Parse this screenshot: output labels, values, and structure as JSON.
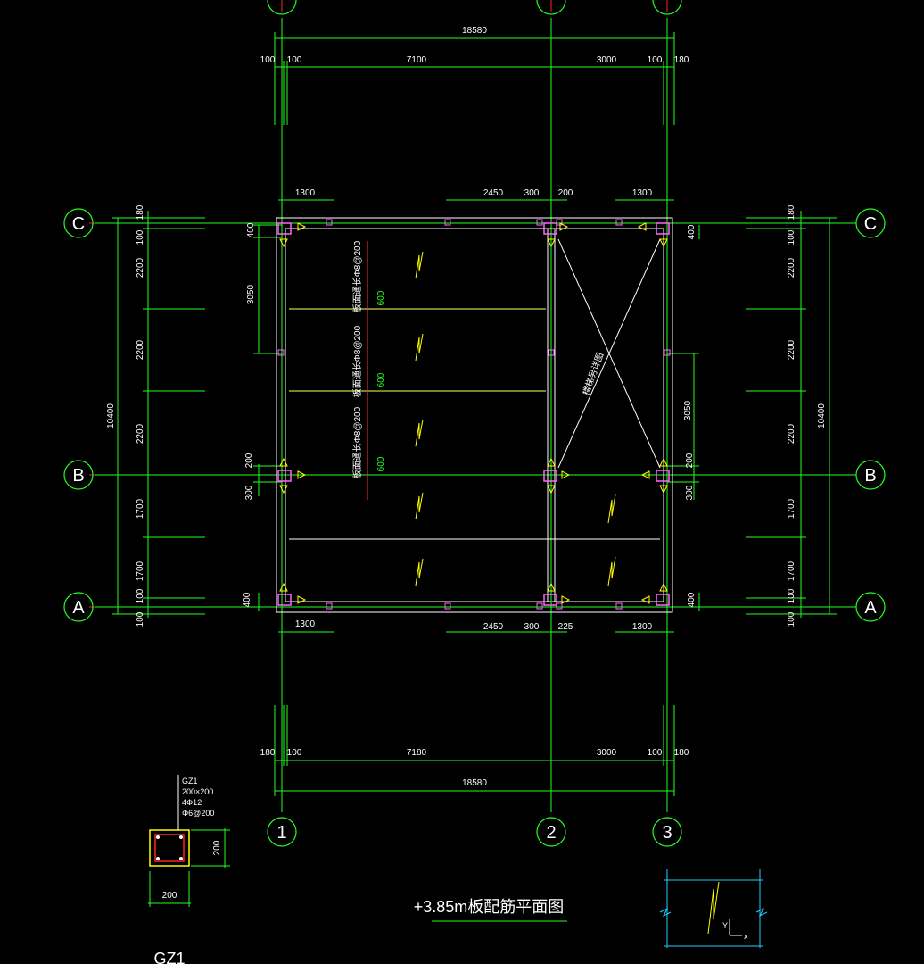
{
  "drawing": {
    "title": "+3.85m板配筋平面图",
    "grids": {
      "columns": [
        "1",
        "2",
        "3"
      ],
      "rows": [
        "C",
        "B",
        "A"
      ]
    },
    "top_dims": {
      "overall": "18580",
      "segments": [
        "100",
        "100",
        "7100",
        "3000",
        "100",
        "180"
      ]
    },
    "bottom_dims": {
      "overall": "18580",
      "segments": [
        "180",
        "100",
        "7180",
        "3000",
        "100",
        "180"
      ]
    },
    "upper_detail_dims": [
      "1300",
      "2450",
      "300",
      "200",
      "1300"
    ],
    "lower_detail_dims": [
      "1300",
      "2450",
      "300",
      "225",
      "1300"
    ],
    "left_dims": {
      "overall": "10400",
      "segments": [
        "180",
        "100",
        "2200",
        "2200",
        "2200",
        "1700",
        "1700",
        "100",
        "100"
      ]
    },
    "right_dims": {
      "overall": "10400",
      "segments": [
        "180",
        "100",
        "2200",
        "2200",
        "2200",
        "1700",
        "1700",
        "100",
        "100"
      ]
    },
    "inner_left_dims": [
      "400",
      "3050",
      "200",
      "300",
      "400"
    ],
    "inner_right_dims": [
      "400",
      "3050",
      "200",
      "300",
      "400"
    ],
    "rebar_labels": [
      "板面通长Φ8@200",
      "板面通长Φ8@200",
      "板面通长Φ8@200"
    ],
    "rebar_offsets": [
      "600",
      "600",
      "600"
    ],
    "stair_label": "楼梯另详图",
    "column_detail": {
      "name": "GZ1",
      "size": "200×200",
      "main_bars": "4Φ12",
      "stirrups": "Φ6@200",
      "width_dim": "200",
      "height_dim": "200",
      "label": "GZ1"
    },
    "axis_glyph": {
      "y": "Y",
      "x": "x"
    },
    "colors": {
      "background": "#000000",
      "grid_red": "#ff2222",
      "dim_green": "#22ff22",
      "wall": "#ffffff",
      "column": "#ff66ff",
      "rebar": "#ffff00",
      "cyan": "#22ccff"
    }
  }
}
